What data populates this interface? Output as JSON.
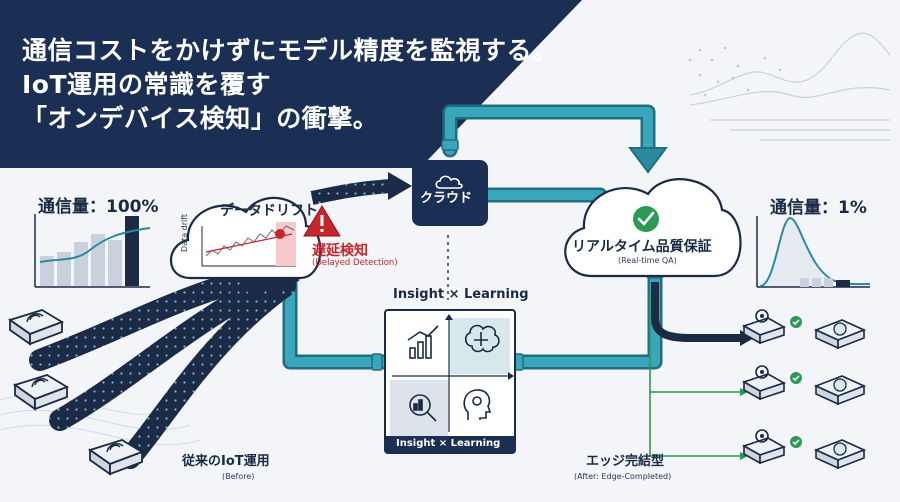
{
  "header": {
    "line1": "通信コストをかけずにモデル精度を監視する。",
    "line2": "IoT運用の常識を覆す",
    "line3": "「オンデバイス検知」の衝撃。"
  },
  "left": {
    "traffic_label": "通信量：100%",
    "bar_chart": {
      "type": "bar",
      "values": [
        30,
        34,
        44,
        52,
        46,
        70
      ],
      "highlight_index": 5
    },
    "cloud_title": "データドリフト",
    "chart_ylabel": "Data drift",
    "alert_label": "遅延検知",
    "alert_sub": "(Delayed Detection)",
    "caption": "従来のIoT運用",
    "caption_sub": "(Before)"
  },
  "center": {
    "cloud_label": "クラウド",
    "insight_top": "Insight × Learning",
    "insight_bottom": "Insight × Learning"
  },
  "right": {
    "cloud_title": "リアルタイム品質保証",
    "cloud_sub": "(Real-time QA)",
    "traffic_label": "通信量：1%",
    "caption": "エッジ完結型",
    "caption_sub": "(After: Edge-Completed)"
  },
  "colors": {
    "navy": "#1b2f55",
    "teal": "#2c8aa0",
    "alert_red": "#c8242b",
    "check_green": "#2c9a57",
    "dark_arrow": "#1b2a45"
  }
}
